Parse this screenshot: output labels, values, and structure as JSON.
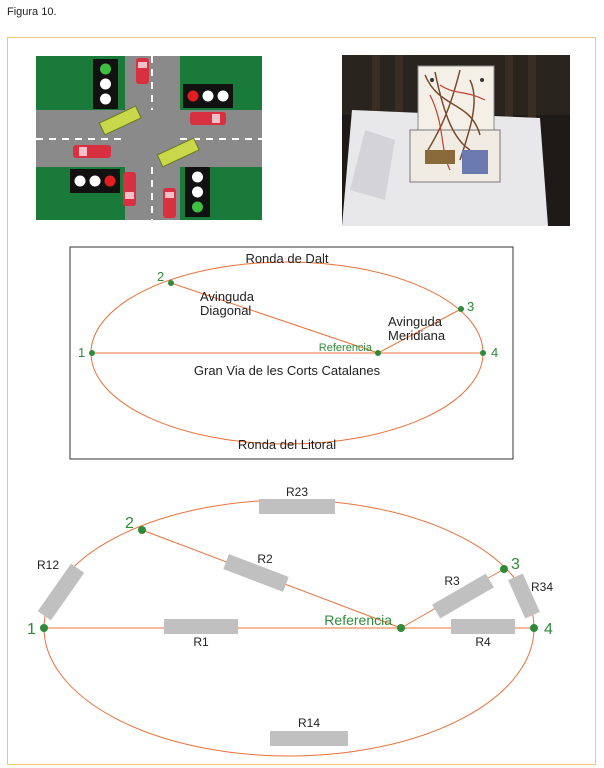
{
  "figure_caption": "Figura 10.",
  "map": {
    "north": "Ronda de Dalt",
    "south": "Ronda del Litoral",
    "diagonal": [
      "Avinguda",
      "Diagonal"
    ],
    "meridiana": [
      "Avinguda",
      "Meridiana"
    ],
    "granvia": "Gran Via de les Corts Catalanes",
    "reference": "Referencia",
    "nodes": [
      "1",
      "2",
      "3",
      "4"
    ]
  },
  "circuit": {
    "nodes": [
      "1",
      "2",
      "3",
      "4"
    ],
    "reference": "Referencia",
    "resistors": {
      "r23": "R23",
      "r12": "R12",
      "r2": "R2",
      "r3": "R3",
      "r34": "R34",
      "r1": "R1",
      "r4": "R4",
      "r14": "R14"
    }
  },
  "colors": {
    "road_line": "#e8723a",
    "node": "#2f8a3a",
    "node_label": "#2f8a3a",
    "resistor": "#c0c0c0",
    "grass": "#1a7a3a",
    "asphalt": "#8a8a8a"
  }
}
